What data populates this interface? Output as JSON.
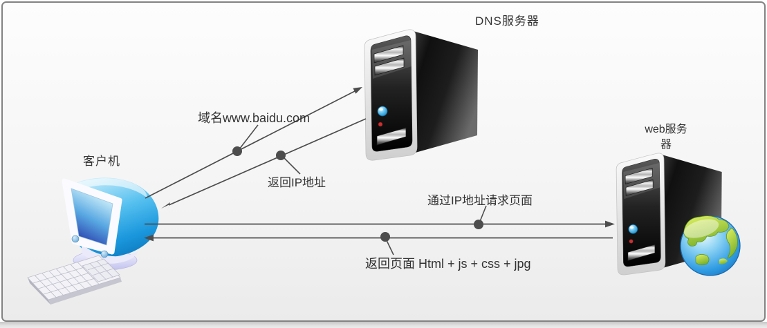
{
  "page": {
    "background": "#ffffff",
    "frame_fill": "#f2f2f2",
    "frame_border": "#828282"
  },
  "diagram": {
    "nodes": {
      "client": {
        "label": "客户机"
      },
      "dns": {
        "label": "DNS服务器"
      },
      "web": {
        "label_line1": "web服务",
        "label_line2": "器"
      }
    },
    "flows": [
      {
        "id": "request-domain",
        "from": "client",
        "to": "dns",
        "label": "域名www.baidu.com"
      },
      {
        "id": "return-ip",
        "from": "dns",
        "to": "client",
        "label": "返回IP地址"
      },
      {
        "id": "request-page",
        "from": "client",
        "to": "web",
        "label": "通过IP地址请求页面"
      },
      {
        "id": "return-page",
        "from": "web",
        "to": "client",
        "label": "返回页面 Html + js + css + jpg"
      }
    ],
    "colors": {
      "arrow": "#4d4d4d",
      "label_text": "#333333",
      "client_monitor_blue": "#45b6e8",
      "server_panel_dark": "#1a1a1a",
      "power_button": "#29abe2",
      "led": "#c83232",
      "globe_ocean": "#2e9be2",
      "globe_land": "#a6d23c"
    }
  }
}
